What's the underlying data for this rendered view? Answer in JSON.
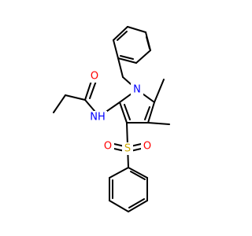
{
  "molecule": {
    "atoms": {
      "N1": {
        "symbol": "N",
        "color": "#0000ff"
      },
      "N2": {
        "symbol": "NH",
        "color": "#0000ff"
      },
      "O1": {
        "symbol": "O",
        "color": "#ff0000"
      },
      "S1": {
        "symbol": "S",
        "color": "#ccaa00"
      },
      "O2": {
        "symbol": "O",
        "color": "#ff0000"
      },
      "O3": {
        "symbol": "O",
        "color": "#ff0000"
      }
    }
  }
}
